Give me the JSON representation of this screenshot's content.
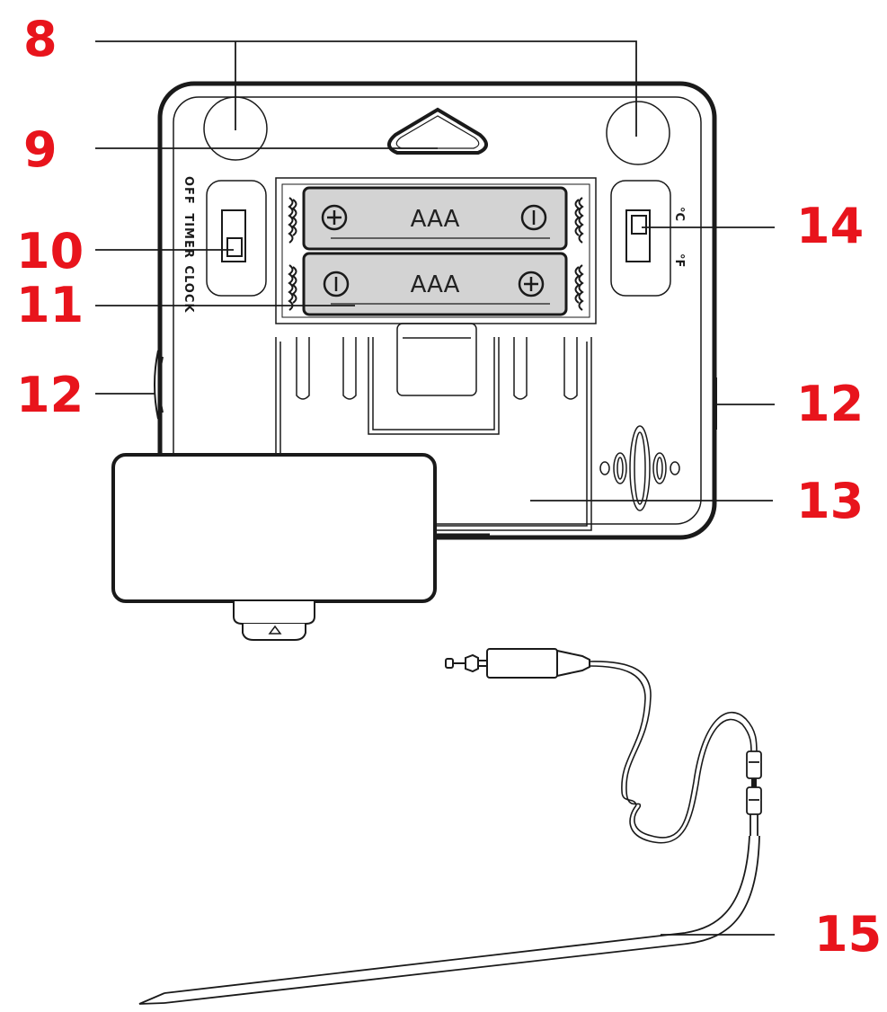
{
  "colors": {
    "callout": "#e8141c",
    "line": "#1a1a1a",
    "battery_fill": "#d3d3d3",
    "probe_fill": "#ffffff"
  },
  "callouts": {
    "c8": "8",
    "c9": "9",
    "c10": "10",
    "c11": "11",
    "c12_left": "12",
    "c12_right": "12",
    "c13": "13",
    "c14": "14",
    "c15": "15"
  },
  "switch_mode": {
    "off": "OFF",
    "timer": "TIMER",
    "clock": "CLOCK"
  },
  "switch_unit": {
    "celsius": "°C",
    "fahrenheit": "°F"
  },
  "batteries": {
    "top": {
      "type": "AAA",
      "left_symbol": "plus",
      "right_symbol": "minus"
    },
    "bottom": {
      "type": "AAA",
      "left_symbol": "minus",
      "right_symbol": "plus"
    }
  },
  "icons": {
    "lid": "triangle-up-icon"
  }
}
